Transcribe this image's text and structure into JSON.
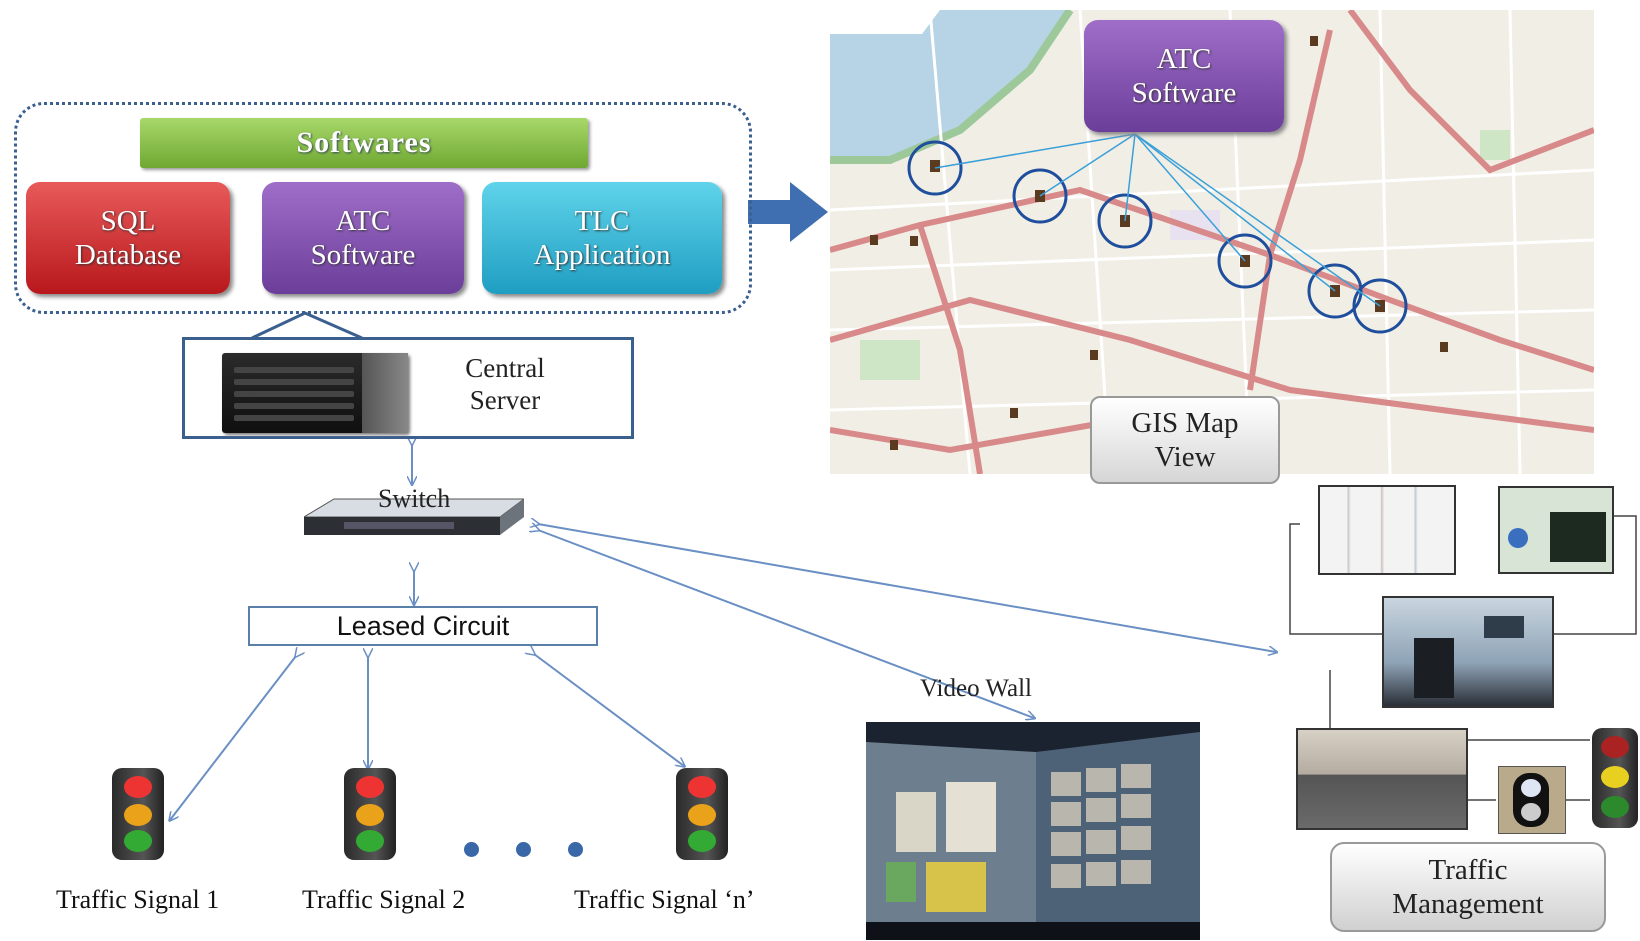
{
  "softwares": {
    "title": "Softwares",
    "sql": [
      "SQL",
      "Database"
    ],
    "atc": [
      "ATC",
      "Software"
    ],
    "tlc": [
      "TLC",
      "Application"
    ]
  },
  "server": {
    "label": [
      "Central",
      "Server"
    ]
  },
  "switch": {
    "label": "Switch"
  },
  "leased_circuit": {
    "label": "Leased Circuit"
  },
  "map": {
    "atc": [
      "ATC",
      "Software"
    ],
    "gis": [
      "GIS Map",
      "View"
    ]
  },
  "signals": [
    {
      "label": "Traffic Signal 1"
    },
    {
      "label": "Traffic Signal 2"
    },
    {
      "label": "Traffic Signal  ‘n’"
    }
  ],
  "video_wall": {
    "label": "Video Wall"
  },
  "traffic_management": {
    "label": [
      "Traffic",
      "Management"
    ]
  },
  "colors": {
    "arrow": "#3f6fb0",
    "connector": "#6a8fc4",
    "frame": "#3b5f8f",
    "road": "#d88a8a"
  },
  "icons": [
    "server-icon",
    "network-switch-icon",
    "traffic-light-icon",
    "video-wall-photo",
    "control-room-photo",
    "camera-photo",
    "right-arrow-icon"
  ]
}
